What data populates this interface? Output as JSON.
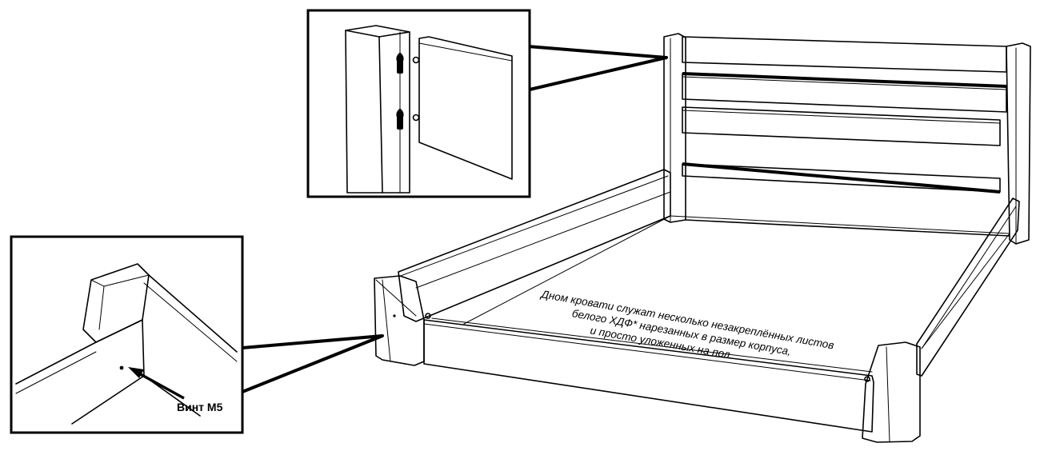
{
  "callouts": {
    "screw_label": "Винт М5"
  },
  "bed_bottom_note": {
    "lines": [
      "Дном кровати служат несколько незакреплённых листов",
      "белого ХДФ* нарезанных в размер корпуса,",
      "и просто уложенных на пол."
    ]
  },
  "colors": {
    "line": "#000000",
    "background": "#ffffff"
  }
}
